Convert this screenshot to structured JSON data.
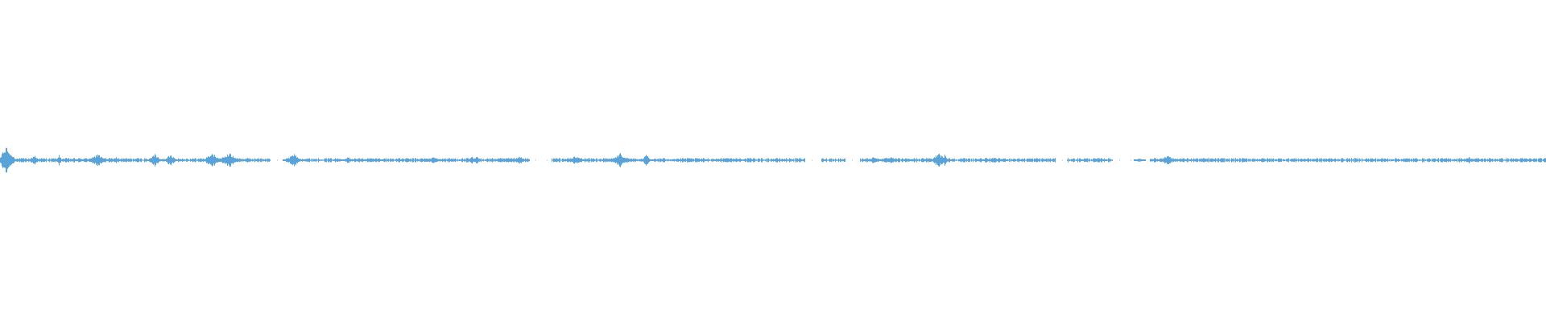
{
  "waveform": {
    "color": "#5aa3d8",
    "background": "#ffffff",
    "segments": [
      {
        "start": 0.0,
        "end": 0.175
      },
      {
        "start": 0.185,
        "end": 0.342
      },
      {
        "start": 0.357,
        "end": 0.42
      },
      {
        "start": 0.423,
        "end": 0.462
      },
      {
        "start": 0.463,
        "end": 0.521
      },
      {
        "start": 0.531,
        "end": 0.547
      },
      {
        "start": 0.556,
        "end": 0.605
      },
      {
        "start": 0.605,
        "end": 0.646
      },
      {
        "start": 0.646,
        "end": 0.683
      },
      {
        "start": 0.69,
        "end": 0.72
      },
      {
        "start": 0.744,
        "end": 1.0
      }
    ],
    "peaks": [
      {
        "pos": 0.004,
        "amp": 1.0
      },
      {
        "pos": 0.022,
        "amp": 0.3
      },
      {
        "pos": 0.038,
        "amp": 0.35
      },
      {
        "pos": 0.063,
        "amp": 0.35
      },
      {
        "pos": 0.075,
        "amp": 0.2
      },
      {
        "pos": 0.1,
        "amp": 0.4
      },
      {
        "pos": 0.11,
        "amp": 0.4
      },
      {
        "pos": 0.137,
        "amp": 0.45
      },
      {
        "pos": 0.148,
        "amp": 0.45
      },
      {
        "pos": 0.19,
        "amp": 0.45
      },
      {
        "pos": 0.225,
        "amp": 0.2
      },
      {
        "pos": 0.24,
        "amp": 0.1
      },
      {
        "pos": 0.28,
        "amp": 0.2
      },
      {
        "pos": 0.305,
        "amp": 0.25
      },
      {
        "pos": 0.308,
        "amp": 0.3
      },
      {
        "pos": 0.336,
        "amp": 0.25
      },
      {
        "pos": 0.372,
        "amp": 0.25
      },
      {
        "pos": 0.401,
        "amp": 0.4
      },
      {
        "pos": 0.418,
        "amp": 0.35
      },
      {
        "pos": 0.47,
        "amp": 0.15
      },
      {
        "pos": 0.565,
        "amp": 0.2
      },
      {
        "pos": 0.576,
        "amp": 0.2
      },
      {
        "pos": 0.607,
        "amp": 0.45
      },
      {
        "pos": 0.611,
        "amp": 0.35
      },
      {
        "pos": 0.643,
        "amp": 0.15
      },
      {
        "pos": 0.712,
        "amp": 0.12
      },
      {
        "pos": 0.737,
        "amp": 0.15
      },
      {
        "pos": 0.755,
        "amp": 0.25
      },
      {
        "pos": 0.95,
        "amp": 0.2
      }
    ]
  }
}
